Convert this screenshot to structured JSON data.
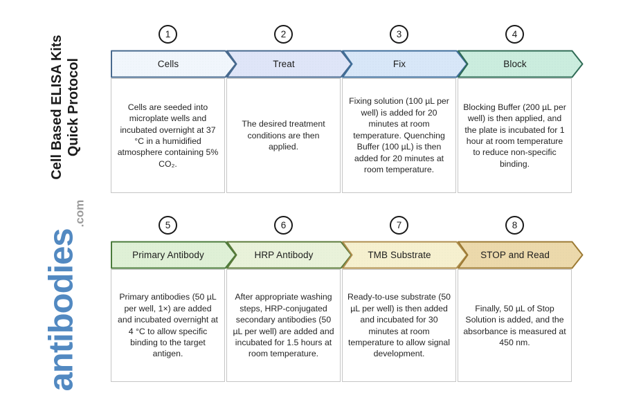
{
  "sidebar": {
    "title_line1": "Cell Based ELISA Kits",
    "title_line2": "Quick Protocol",
    "brand": "antibodies",
    "brand_suffix": ".com",
    "brand_color": "#5289c1",
    "brand_suffix_color": "#9a9a9a"
  },
  "steps": [
    {
      "number": "1",
      "label": "Cells",
      "description": "Cells are seeded into microplate wells and incubated overnight at 37 °C in a humidified atmosphere containing 5% CO₂.",
      "fill": "#f1f6fc",
      "border": "#47698e"
    },
    {
      "number": "2",
      "label": "Treat",
      "description": "The desired treatment conditions are then applied.",
      "fill": "#dfe5f8",
      "border": "#47698e"
    },
    {
      "number": "3",
      "label": "Fix",
      "description": "Fixing solution (100 µL per well) is added for 20 minutes at room temperature. Quenching Buffer (100 µL) is then added for 20 minutes at room temperature.",
      "fill": "#d8e7f8",
      "border": "#3f6e9a"
    },
    {
      "number": "4",
      "label": "Block",
      "description": "Blocking Buffer (200 µL per well) is then applied, and the plate is incubated for 1 hour at room temperature to reduce non-specific binding.",
      "fill": "#cbedde",
      "border": "#2f6b55"
    },
    {
      "number": "5",
      "label": "Primary Antibody",
      "description": "Primary antibodies (50 µL per well, 1×) are added and incubated overnight at 4 °C to allow specific binding to the target antigen.",
      "fill": "#dff0d6",
      "border": "#4a7a3b"
    },
    {
      "number": "6",
      "label": "HRP Antibody",
      "description": "After appropriate washing steps, HRP-conjugated secondary antibodies (50 µL per well) are added and incubated for 1.5 hours at room temperature.",
      "fill": "#e9f2da",
      "border": "#5b7a3a"
    },
    {
      "number": "7",
      "label": "TMB Substrate",
      "description": "Ready-to-use substrate (50 µL per well) is then added and incubated for 30 minutes at room temperature to allow signal development.",
      "fill": "#f6f0cf",
      "border": "#ae8d4d"
    },
    {
      "number": "8",
      "label": "STOP and Read",
      "description": "Finally, 50 µL of Stop Solution is added, and the absorbance is measured at 450 nm.",
      "fill": "#ecd9ab",
      "border": "#9c7a33"
    }
  ]
}
